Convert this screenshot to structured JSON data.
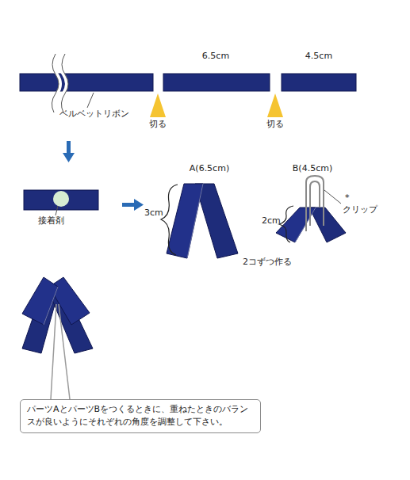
{
  "diagram": {
    "nodes": [
      {
        "text": [
          "パーツAとパーツBをつくるときに、重ねたときのバランスが良いようにそれぞれの角度を調整して下さい。"
        ]
      }
    ],
    "labels": [
      "6.5cm",
      "4.5cm",
      "ベルベットリボン",
      "切る",
      "切る",
      "接着剤",
      "A(6.5cm)",
      "B(4.5cm)",
      "3cm",
      "2cm",
      "*",
      "クリップ",
      "2コずつ作る"
    ]
  }
}
